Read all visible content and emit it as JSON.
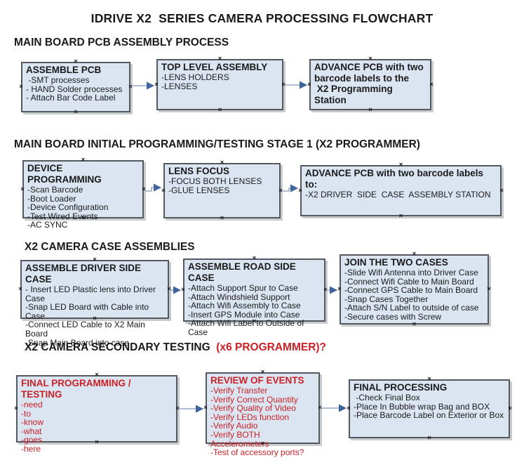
{
  "title": "IDRIVE X2  SERIES CAMERA PROCESSING FLOWCHART",
  "colors": {
    "box_fill": "#dbe5f1",
    "box_border": "#54585f",
    "red": "#cb2026",
    "arrow_line": "#95a7c4",
    "arrow_head": "#3f649b"
  },
  "sections": [
    {
      "heading": "MAIN BOARD PCB ASSEMBLY PROCESS",
      "boxes": [
        {
          "title": "ASSEMBLE PCB",
          "items": [
            " -SMT processes",
            "- HAND Solder processes",
            "- Attach Bar Code Label"
          ]
        },
        {
          "title": "TOP LEVEL ASSEMBLY",
          "items": [
            "-LENS HOLDERS",
            "-LENSES"
          ]
        },
        {
          "title_lines": [
            "ADVANCE PCB with two",
            "barcode labels to the",
            " X2 Programming Station"
          ]
        }
      ]
    },
    {
      "heading": "MAIN BOARD INITIAL PROGRAMMING/TESTING STAGE 1 (X2 PROGRAMMER)",
      "boxes": [
        {
          "title": "DEVICE PROGRAMMING",
          "items": [
            "-Scan Barcode",
            "-Boot Loader",
            "-Device Configuration",
            "-Test Wired Events",
            "-AC SYNC"
          ]
        },
        {
          "title": "LENS FOCUS",
          "items": [
            "-FOCUS BOTH LENSES",
            "-GLUE LENSES"
          ]
        },
        {
          "title": "ADVANCE PCB with two barcode labels to:",
          "items": [
            "-X2 DRIVER  SIDE  CASE  ASSEMBLY STATION"
          ]
        }
      ]
    },
    {
      "heading": "X2 CAMERA CASE ASSEMBLIES",
      "boxes": [
        {
          "title": "ASSEMBLE DRIVER SIDE CASE",
          "items": [
            "- Insert LED Plastic lens into Driver Case",
            "-Snap LED Board with Cable into Case",
            "-Connect LED Cable to X2 Main Board",
            "-Snap Main Board into case"
          ]
        },
        {
          "title": "ASSEMBLE ROAD SIDE CASE",
          "items": [
            "-Attach Support Spur to Case",
            "-Attach Windshield Support",
            "-Attach Wifi Assembly to Case",
            "-Insert GPS Module into Case",
            "-Attach Wifi Label to Outside of Case"
          ]
        },
        {
          "title": "JOIN THE TWO CASES",
          "items": [
            "-Slide Wifi Antenna into Driver Case",
            "-Connect Wifi Cable to Main Board",
            "-Connect GPS Cable to Main Board",
            "-Snap Cases Together",
            "-Attach S/N Label to outside of case",
            "-Secure cases with Screw"
          ]
        }
      ]
    },
    {
      "heading": "X2 CAMERA SECONDARY TESTING",
      "heading_suffix": "  (x6 PROGRAMMER)?",
      "boxes": [
        {
          "title": "FINAL PROGRAMMING / TESTING",
          "items": [
            "-need",
            "-to",
            "-know",
            "-what",
            "-goes",
            "-here"
          ]
        },
        {
          "title": "REVIEW OF EVENTS",
          "items": [
            "-Verify Transfer",
            "-Verify Correct Quantity",
            "-Verify Quality of Video",
            "-Verify LEDs function",
            "-Verify Audio",
            "-Verify BOTH Accelerometers",
            "-Test of accessory ports?"
          ]
        },
        {
          "title": "FINAL PROCESSING",
          "items": [
            " -Check Final Box",
            "-Place In Bubble wrap Bag and BOX",
            "-Place Barcode Label on Exterior or Box"
          ]
        }
      ]
    }
  ]
}
